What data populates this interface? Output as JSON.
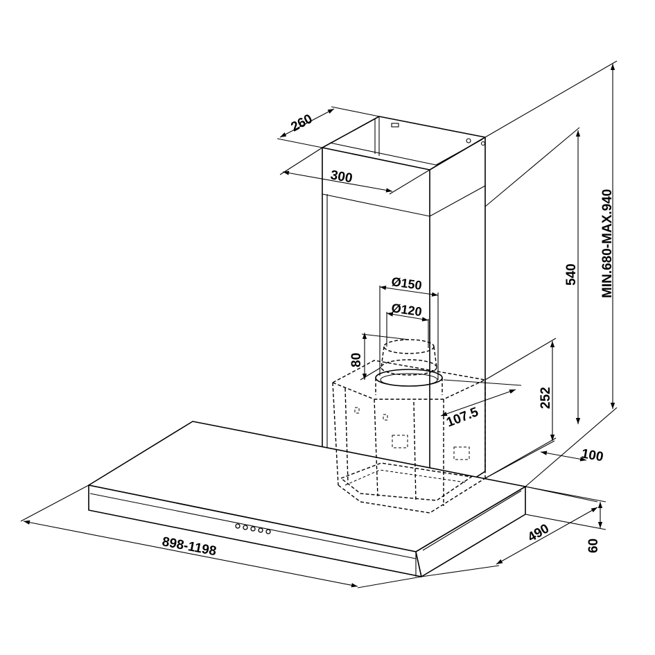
{
  "dimensions": {
    "width": "898-1198",
    "depth": "490",
    "height_canopy": "60",
    "wall_offset": "100",
    "motor_height": "252",
    "chimney_upper": "540",
    "total_height": "MIN.680-MAX.940",
    "outlet_offset": "107.5",
    "collar_height": "80",
    "outlet_outer": "Ø150",
    "outlet_inner": "Ø120",
    "chimney_width": "300",
    "chimney_depth": "260"
  },
  "colors": {
    "line": "#000000",
    "background": "#ffffff"
  },
  "icons": [
    "control-buttons-icon"
  ]
}
